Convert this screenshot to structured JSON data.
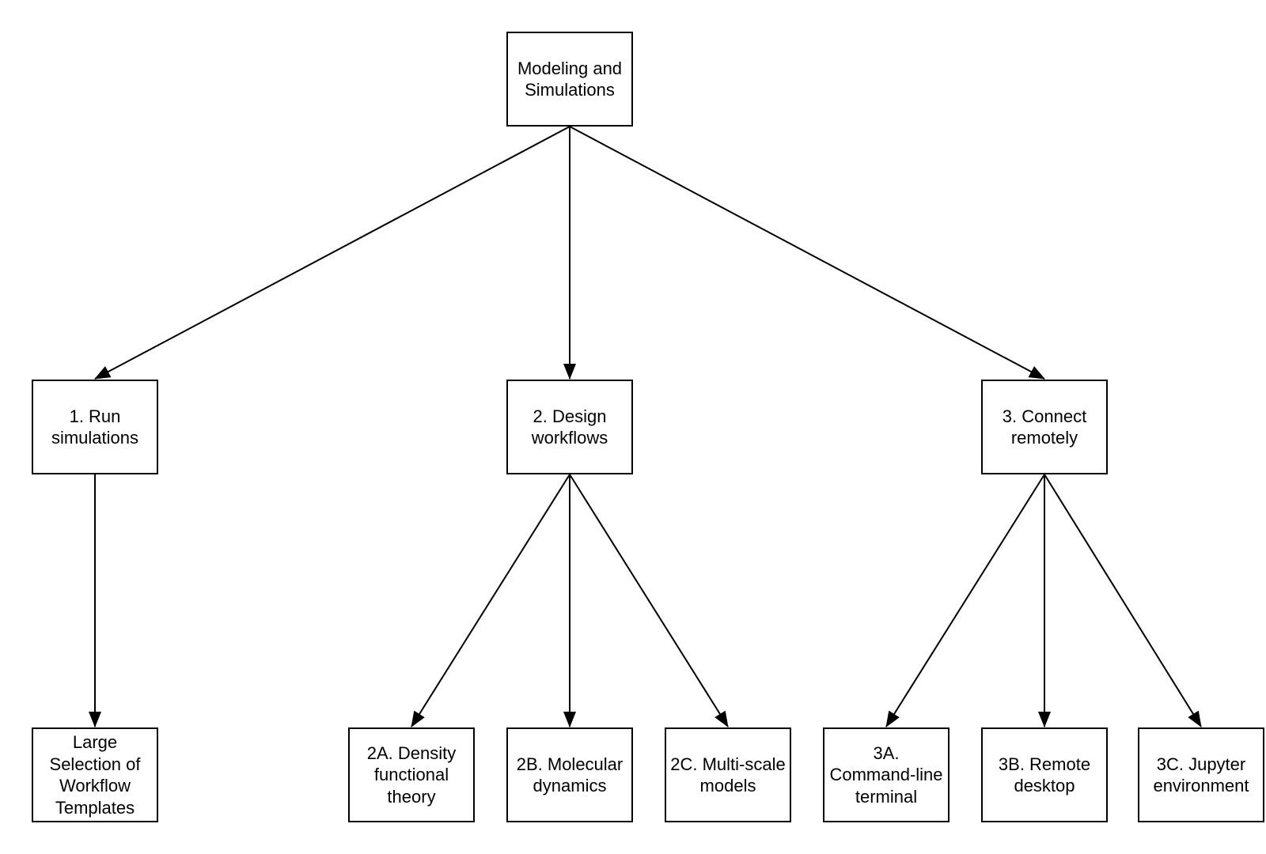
{
  "diagram": {
    "type": "tree-flowchart",
    "colors": {
      "background": "#ffffff",
      "stroke": "#000000",
      "text": "#000000",
      "node_fill": "#ffffff"
    },
    "nodes": {
      "root": {
        "label": "Modeling and\nSimulations"
      },
      "n1": {
        "label": "1. Run\nsimulations"
      },
      "n2": {
        "label": "2. Design\nworkflows"
      },
      "n3": {
        "label": "3. Connect\nremotely"
      },
      "n1a": {
        "label": "Large\nSelection of\nWorkflow\nTemplates"
      },
      "n2a": {
        "label": "2A. Density\nfunctional\ntheory"
      },
      "n2b": {
        "label": "2B. Molecular\ndynamics"
      },
      "n2c": {
        "label": "2C. Multi-scale\nmodels"
      },
      "n3a": {
        "label": "3A.\nCommand-line\nterminal"
      },
      "n3b": {
        "label": "3B. Remote\ndesktop"
      },
      "n3c": {
        "label": "3C. Jupyter\nenvironment"
      }
    },
    "edges": [
      {
        "from": "root",
        "to": "n1"
      },
      {
        "from": "root",
        "to": "n2"
      },
      {
        "from": "root",
        "to": "n3"
      },
      {
        "from": "n1",
        "to": "n1a"
      },
      {
        "from": "n2",
        "to": "n2a"
      },
      {
        "from": "n2",
        "to": "n2b"
      },
      {
        "from": "n2",
        "to": "n2c"
      },
      {
        "from": "n3",
        "to": "n3a"
      },
      {
        "from": "n3",
        "to": "n3b"
      },
      {
        "from": "n3",
        "to": "n3c"
      }
    ]
  }
}
